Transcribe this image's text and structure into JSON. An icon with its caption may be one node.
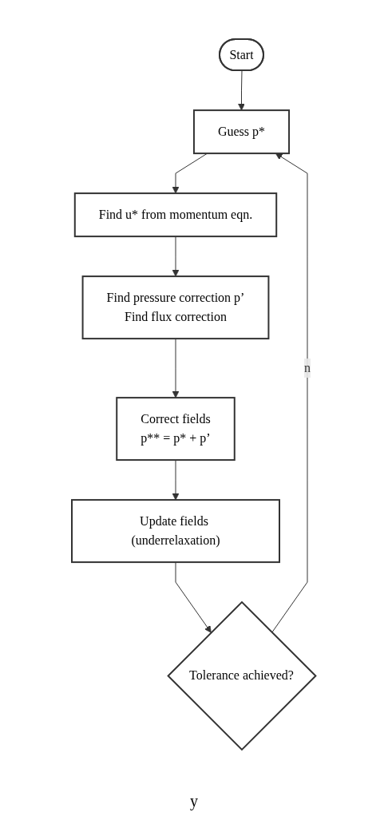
{
  "diagram": {
    "nodes": [
      {
        "text": [
          "Start"
        ]
      },
      {
        "text": [
          "Guess p*"
        ]
      },
      {
        "text": [
          "Find u* from momentum eqn."
        ]
      },
      {
        "text": [
          "Find pressure correction p’",
          "Find flux correction"
        ]
      },
      {
        "text": [
          "Correct fields",
          "p** = p* + p’"
        ]
      },
      {
        "text": [
          "Update fields (underrelaxation)"
        ]
      },
      {
        "text": [
          "Tolerance achieved?"
        ]
      }
    ],
    "edges": [
      {
        "from": 0,
        "to": 1,
        "arrow": "to"
      },
      {
        "from": 1,
        "to": 2,
        "arrow": "to"
      },
      {
        "from": 2,
        "to": 3,
        "arrow": "to"
      },
      {
        "from": 3,
        "to": 4,
        "arrow": "to"
      },
      {
        "from": 4,
        "to": 5,
        "arrow": "to"
      },
      {
        "from": 5,
        "to": 6,
        "arrow": "to"
      },
      {
        "from": 6,
        "to": 1,
        "label": "n",
        "arrow": "to"
      }
    ],
    "labels": [
      "y"
    ]
  }
}
